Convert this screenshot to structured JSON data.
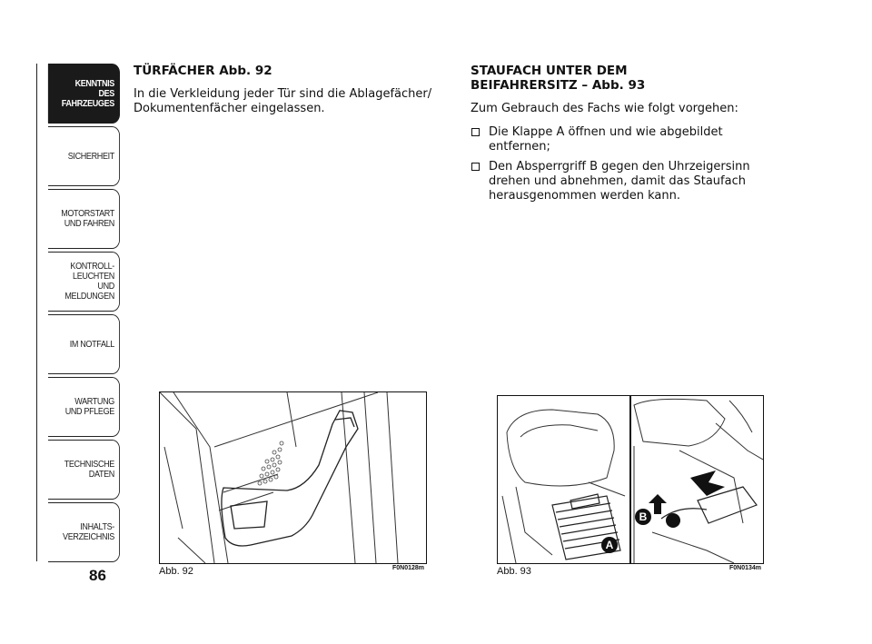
{
  "sidebar": {
    "tabs": [
      {
        "label": "KENNTNIS\nDES FAHRZEUGES",
        "active": true
      },
      {
        "label": "SICHERHEIT",
        "active": false
      },
      {
        "label": "MOTORSTART\nUND FAHREN",
        "active": false
      },
      {
        "label": "KONTROLL-\nLEUCHTEN\nUND MELDUNGEN",
        "active": false
      },
      {
        "label": "IM NOTFALL",
        "active": false
      },
      {
        "label": "WARTUNG\nUND PFLEGE",
        "active": false
      },
      {
        "label": "TECHNISCHE\nDATEN",
        "active": false
      },
      {
        "label": "INHALTS-\nVERZEICHNIS",
        "active": false
      }
    ]
  },
  "page_number": "86",
  "section1": {
    "heading": "TÜRFÄCHER Abb. 92",
    "text": "In die Verkleidung jeder Tür sind die Ablagefächer/ Dokumentenfächer eingelassen."
  },
  "section2": {
    "heading_line1": "STAUFACH UNTER DEM",
    "heading_line2": "BEIFAHRERSITZ – Abb. 93",
    "intro": "Zum Gebrauch des Fachs wie folgt vorgehen:",
    "steps": [
      "Die Klappe A öffnen und wie abgebildet entfernen;",
      "Den Absperrgriff B gegen den Uhrzeigersinn drehen und abnehmen, damit das Staufach herausgenommen werden kann."
    ]
  },
  "figure92": {
    "caption": "Abb. 92",
    "code": "F0N0128m"
  },
  "figure93": {
    "caption": "Abb. 93",
    "code": "F0N0134m",
    "label_a": "A",
    "label_b": "B"
  }
}
